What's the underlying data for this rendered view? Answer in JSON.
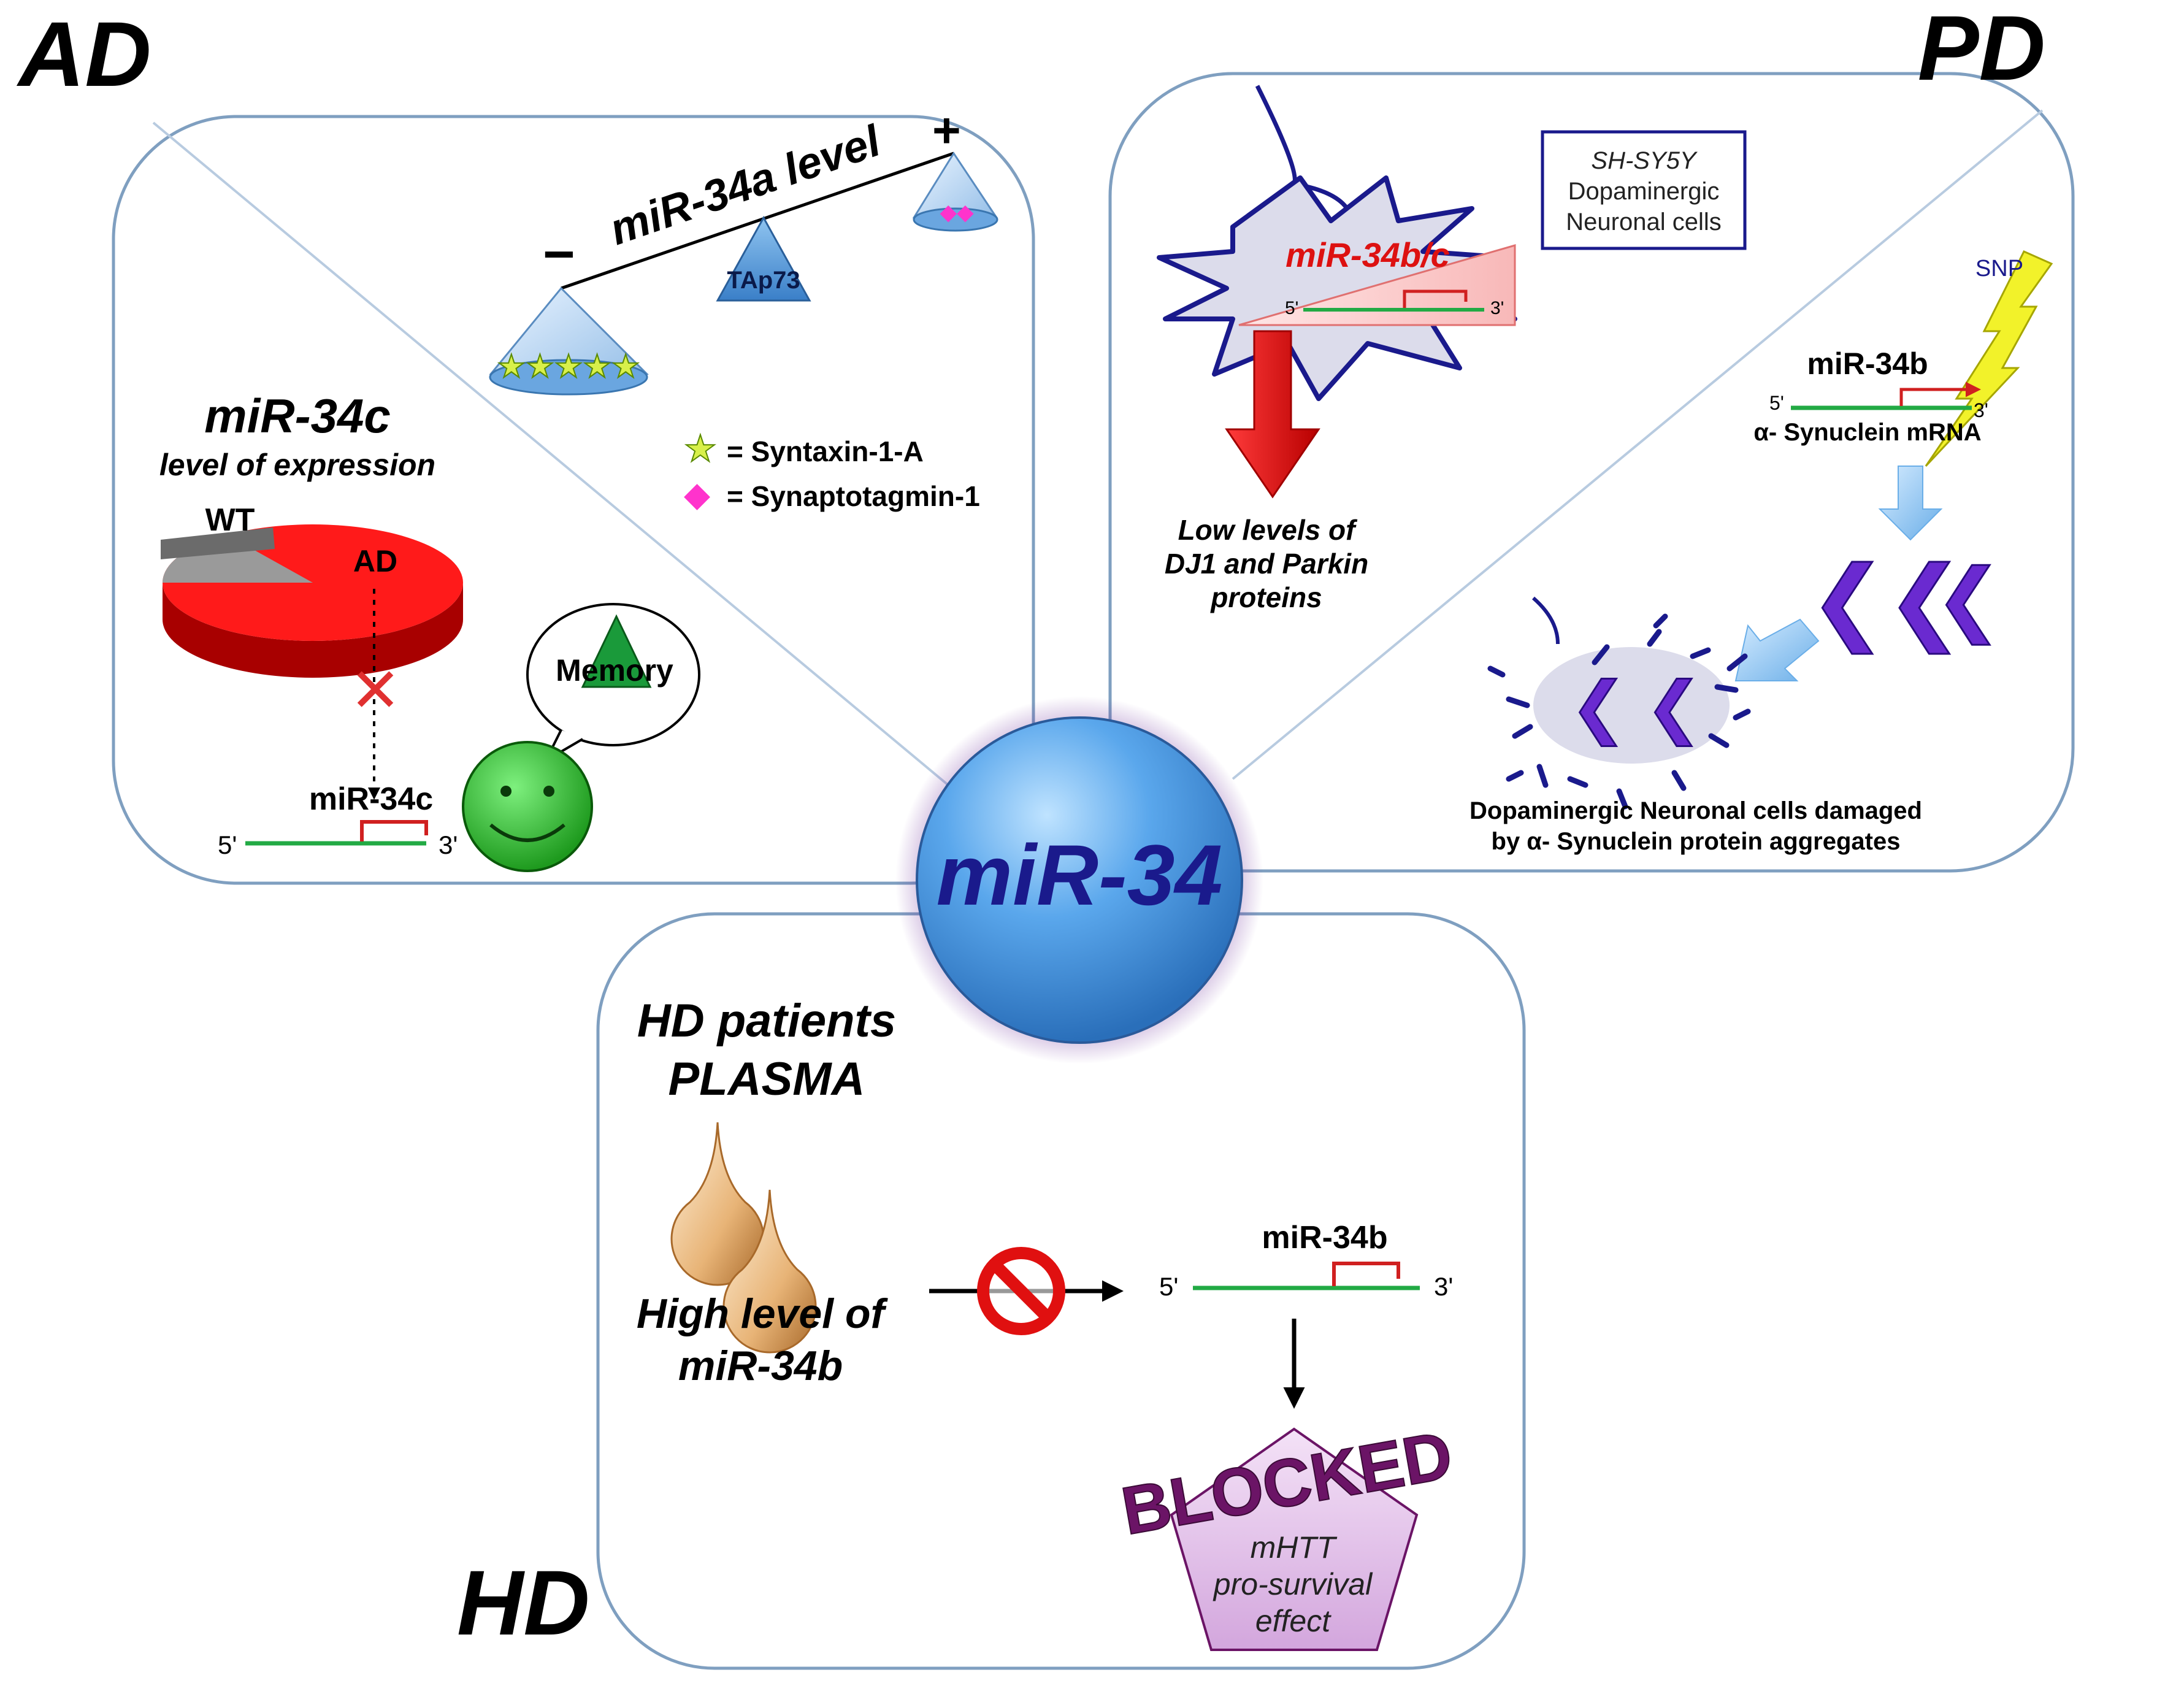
{
  "center": {
    "label": "miR-34"
  },
  "panels": {
    "ad": {
      "tag": "AD",
      "balance_label": "miR-34a level",
      "minus": "−",
      "plus": "+",
      "fulcrum": "TAp73",
      "mir34c_title": "miR-34c",
      "mir34c_subtitle": "level of expression",
      "pie_wt": "WT",
      "pie_ad": "AD",
      "legend_syntaxin": "= Syntaxin-1-A",
      "legend_synaptotagmin": "= Synaptotagmin-1",
      "memory": "Memory",
      "mirna": "miR-34c",
      "five": "5'",
      "three": "3'"
    },
    "pd": {
      "tag": "PD",
      "cell_box_l1": "SH-SY5Y",
      "cell_box_l2": "Dopaminergic",
      "cell_box_l3": "Neuronal cells",
      "mir34bc": "miR-34b/c",
      "low_l1": "Low levels of",
      "low_l2": "DJ1 and Parkin",
      "low_l3": "proteins",
      "snp": "SNP",
      "mirna": "miR-34b",
      "synuclein_mrna": "α- Synuclein mRNA",
      "damaged_l1": "Dopaminergic Neuronal cells damaged",
      "damaged_l2": "by α- Synuclein protein aggregates",
      "five": "5'",
      "three": "3'"
    },
    "hd": {
      "tag": "HD",
      "plasma_l1": "HD patients",
      "plasma_l2": "PLASMA",
      "high_l1": "High level of",
      "high_l2": "miR-34b",
      "mirna": "miR-34b",
      "blocked": "BLOCKED",
      "mhtt_l1": "mHTT",
      "mhtt_l2": "pro-survival",
      "mhtt_l3": "effect",
      "five": "5'",
      "three": "3'"
    }
  },
  "colors": {
    "panel_border": "#7f9fc0",
    "center_blue": "#4a90d9",
    "center_text": "#1a1a8c",
    "gene_line": "#22aa44",
    "promoter": "#d02020",
    "pd_text_red": "#dd1111",
    "blocked": "#6b1466",
    "neuron": "#1a1a8c"
  }
}
